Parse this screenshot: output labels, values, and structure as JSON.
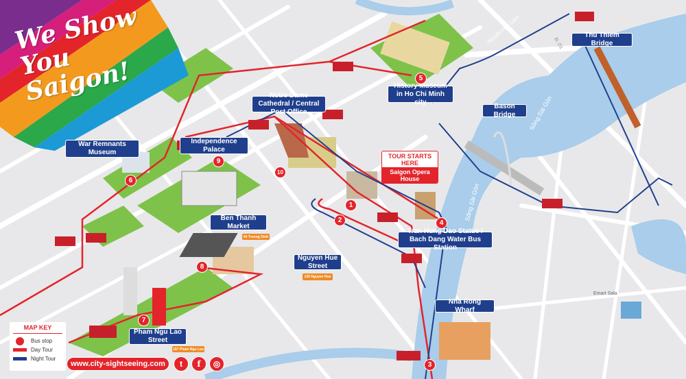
{
  "logo": {
    "text": "We Show You Saigon!",
    "stripe_colors": [
      "#7b2d8e",
      "#d61f7a",
      "#e3242b",
      "#f39a1e",
      "#2aa84a",
      "#1b9ad6"
    ]
  },
  "colors": {
    "day_tour": "#e3242b",
    "night_tour": "#1f3f8c",
    "river": "#a9cdea",
    "park": "#7ec24a",
    "address_tag": "#f08a24"
  },
  "tour_start": {
    "heading": "TOUR STARTS HERE",
    "place": "Saigon Opera House"
  },
  "stops": [
    {
      "number": "1"
    },
    {
      "number": "2"
    },
    {
      "number": "3"
    },
    {
      "number": "4"
    },
    {
      "number": "5"
    },
    {
      "number": "6"
    },
    {
      "number": "7"
    },
    {
      "number": "8"
    },
    {
      "number": "9"
    },
    {
      "number": "10"
    }
  ],
  "labels": {
    "war_remnants": "War Remnants Museum",
    "independence": "Independence Palace",
    "notre_dame": "Notre Dame Cathedral / Central Post Office",
    "history_museum": "History Museum in Ho Chi Minh city",
    "thu_thiem": "Thu Thiem Bridge",
    "bason": "Bason Bridge",
    "ben_thanh": "Ben Thanh Market",
    "tran_hung_dao": "Tran Hung Dao Statue / Bach Dang Water Bus Station",
    "nguyen_hue": "Nguyen Hue Street",
    "nha_rong": "Nha Rong Wharf",
    "pham_ngu_lao": "Pham Ngu Lao Street"
  },
  "addresses": {
    "ben_thanh": "44 Truong Dinh",
    "nguyen_hue": "135 Nguyen Hue",
    "pham_ngu_lao": "187 Pham Ngu Lao"
  },
  "places": {
    "emart": "Emart Sala"
  },
  "streets": {
    "nguyen_huu_canh": "Nguyễn Hữu Cảnh",
    "d1": "Đ. D1",
    "river1": "Sông Sài Gòn",
    "river2": "Sông Sài Gòn"
  },
  "map_key": {
    "title": "MAP KEY",
    "bus_stop": "Bus stop",
    "day_tour": "Day Tour",
    "night_tour": "Night Tour"
  },
  "footer": {
    "url": "www.city-sightseeing.com",
    "social": [
      "twitter-icon",
      "facebook-icon",
      "instagram-icon"
    ],
    "twitter": "t",
    "facebook": "f",
    "instagram": "◎"
  }
}
